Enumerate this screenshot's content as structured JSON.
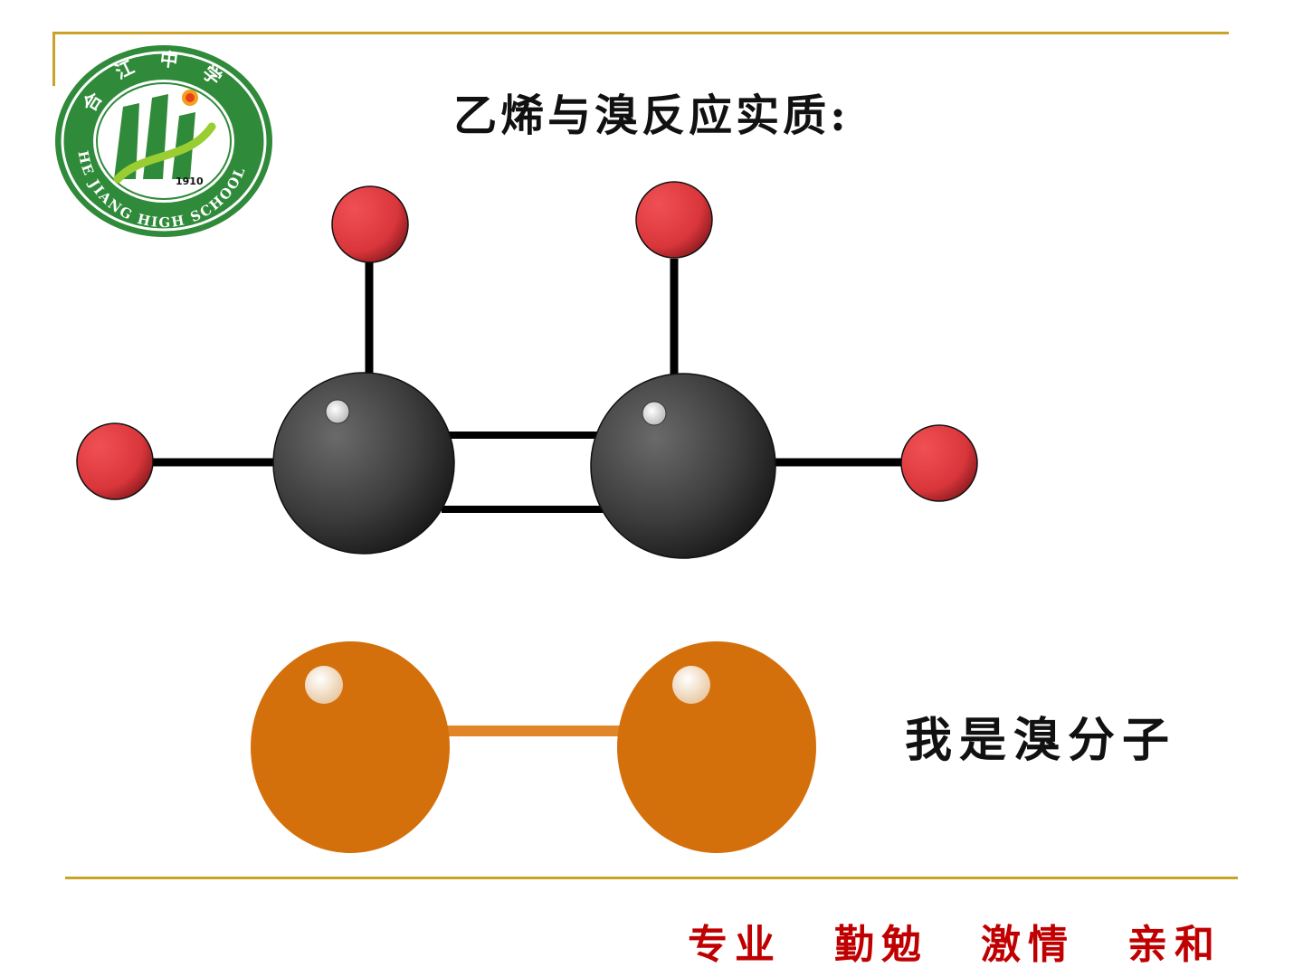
{
  "title": "乙烯与溴反应实质:",
  "logo": {
    "top_text": "合 江 中 学",
    "ring_text": "HE JIANG HIGH SCHOOL",
    "year": "1910"
  },
  "bromine_label": "我是溴分子",
  "motto": [
    "专业",
    "勤勉",
    "激情",
    "亲和"
  ],
  "colors": {
    "rule": "#c9a227",
    "carbon": "#3a3a3a",
    "hydrogen": "#d9363b",
    "bromine": "#d4700c",
    "motto": "#c00000",
    "logo_green": "#2f8a3a"
  }
}
